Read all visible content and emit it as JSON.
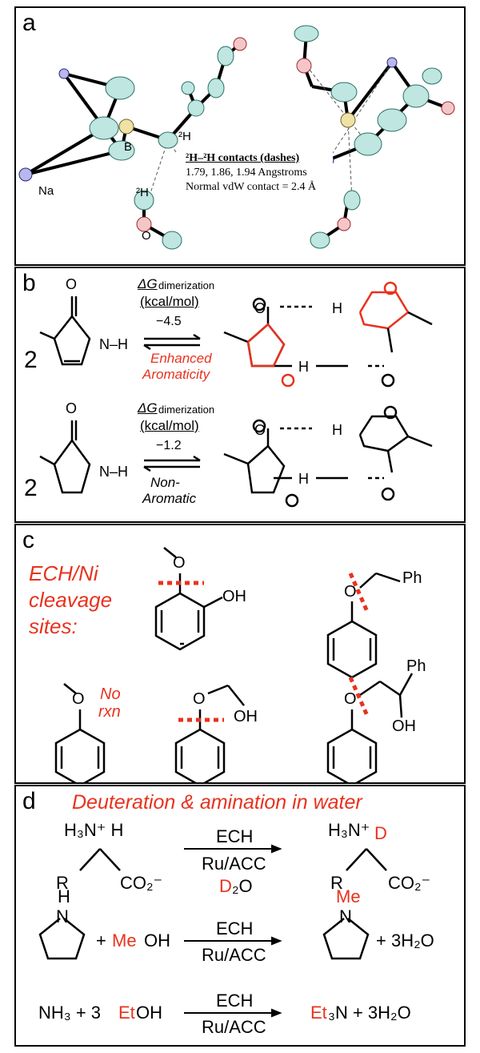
{
  "colors": {
    "accent": "#e8321e",
    "atom_c": "#2a9d8f",
    "atom_o": "#e0454b",
    "atom_n": "#4a4ac8",
    "atom_b": "#d8c98a"
  },
  "panel_a": {
    "letter": "a",
    "label_b": "B",
    "label_na": "Na",
    "label_o": "O",
    "label_2h_a": "²H",
    "label_2h_b": "²H",
    "box_title": "²H–²H contacts (dashes)",
    "box_line1": "1.79, 1.86, 1.94 Angstroms",
    "box_line2": "Normal vdW contact = 2.4 Å"
  },
  "panel_b": {
    "letter": "b",
    "r1": {
      "coef": "2",
      "dg": "ΔG",
      "dg_sub": "dimerization",
      "unit": "(kcal/mol)",
      "value": "−4.5",
      "note1": "Enhanced",
      "note2": "Aromaticity"
    },
    "r2": {
      "coef": "2",
      "dg": "ΔG",
      "dg_sub": "dimerization",
      "unit": "(kcal/mol)",
      "value": "−1.2",
      "note1": "Non-",
      "note2": "Aromatic"
    },
    "atoms": {
      "O": "O",
      "N": "N",
      "H": "H",
      "NH": "N–H"
    }
  },
  "panel_c": {
    "letter": "c",
    "title1": "ECH/Ni",
    "title2": "cleavage",
    "title3": "sites:",
    "no_rxn1": "No",
    "no_rxn2": "rxn",
    "oh": "OH",
    "o": "O",
    "ph": "Ph"
  },
  "panel_d": {
    "letter": "d",
    "title": "Deuteration & amination in water",
    "r1": {
      "reactant_top": "H₃N⁺ H",
      "reactant_r": "R",
      "reactant_co2": "CO₂⁻",
      "arrow_top": "ECH",
      "arrow_bottom": "Ru/ACC",
      "solvent_d": "D",
      "solvent_rest": "₂O",
      "product_top": "H₃N⁺",
      "product_d": "D",
      "product_r": "R",
      "product_co2": "CO₂⁻"
    },
    "r2": {
      "nh": "H",
      "n": "N",
      "plus": "+",
      "me": "Me",
      "oh": "OH",
      "arrow_top": "ECH",
      "arrow_bottom": "Ru/ACC",
      "product_me": "Me",
      "product_n": "N",
      "product_rest": "+ 3H₂O"
    },
    "r3": {
      "lhs1": "NH₃ + 3",
      "et": "Et",
      "lhs2": "OH",
      "arrow_top": "ECH",
      "arrow_bottom": "Ru/ACC",
      "rhs_et": "Et",
      "rhs1": "₃N + 3H₂O"
    }
  }
}
